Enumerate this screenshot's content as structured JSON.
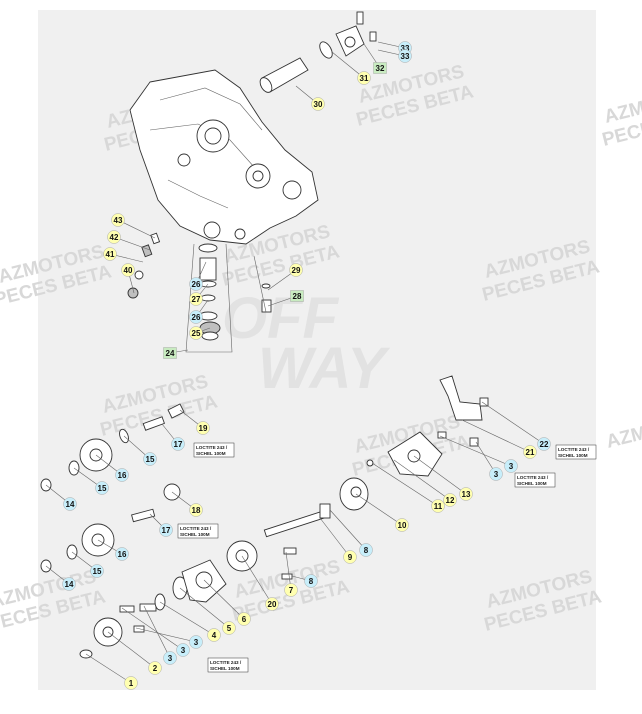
{
  "watermarks": {
    "brand_line1": "AZMOTORS",
    "brand_line2": "PECES BETA",
    "center_mark_top": "OFF",
    "center_mark_bottom": "WAY"
  },
  "note": {
    "line1": "LOCTITE 243 /",
    "line2": "SICHEL 100M"
  },
  "colors": {
    "yellow_badge": "#ffffb0",
    "blue_badge": "#c8eefa",
    "green_badge": "#c8ebc0"
  },
  "callouts": [
    {
      "label": "33",
      "color": "blue"
    },
    {
      "label": "33",
      "color": "blue"
    },
    {
      "label": "32",
      "color": "green"
    },
    {
      "label": "31",
      "color": "yellow"
    },
    {
      "label": "30",
      "color": "yellow"
    },
    {
      "label": "43",
      "color": "yellow"
    },
    {
      "label": "42",
      "color": "yellow"
    },
    {
      "label": "41",
      "color": "yellow"
    },
    {
      "label": "40",
      "color": "yellow"
    },
    {
      "label": "26",
      "color": "blue"
    },
    {
      "label": "27",
      "color": "yellow"
    },
    {
      "label": "26",
      "color": "blue"
    },
    {
      "label": "25",
      "color": "yellow"
    },
    {
      "label": "24",
      "color": "green"
    },
    {
      "label": "29",
      "color": "yellow"
    },
    {
      "label": "28",
      "color": "green"
    },
    {
      "label": "19",
      "color": "yellow"
    },
    {
      "label": "17",
      "color": "blue"
    },
    {
      "label": "15",
      "color": "blue"
    },
    {
      "label": "16",
      "color": "blue"
    },
    {
      "label": "15",
      "color": "blue"
    },
    {
      "label": "14",
      "color": "blue"
    },
    {
      "label": "18",
      "color": "yellow"
    },
    {
      "label": "17",
      "color": "blue"
    },
    {
      "label": "16",
      "color": "blue"
    },
    {
      "label": "15",
      "color": "blue"
    },
    {
      "label": "14",
      "color": "blue"
    },
    {
      "label": "22",
      "color": "blue"
    },
    {
      "label": "21",
      "color": "yellow"
    },
    {
      "label": "3",
      "color": "blue"
    },
    {
      "label": "13",
      "color": "yellow"
    },
    {
      "label": "12",
      "color": "yellow"
    },
    {
      "label": "11",
      "color": "yellow"
    },
    {
      "label": "3",
      "color": "blue"
    },
    {
      "label": "10",
      "color": "yellow"
    },
    {
      "label": "9",
      "color": "yellow"
    },
    {
      "label": "8",
      "color": "blue"
    },
    {
      "label": "8",
      "color": "blue"
    },
    {
      "label": "7",
      "color": "yellow"
    },
    {
      "label": "20",
      "color": "yellow"
    },
    {
      "label": "6",
      "color": "yellow"
    },
    {
      "label": "5",
      "color": "yellow"
    },
    {
      "label": "4",
      "color": "yellow"
    },
    {
      "label": "3",
      "color": "blue"
    },
    {
      "label": "3",
      "color": "blue"
    },
    {
      "label": "3",
      "color": "blue"
    },
    {
      "label": "2",
      "color": "yellow"
    },
    {
      "label": "1",
      "color": "yellow"
    }
  ],
  "loctite_notes": [
    {
      "text1": "LOCTITE 243 /",
      "text2": "SICHEL 100M"
    },
    {
      "text1": "LOCTITE 243 /",
      "text2": "SICHEL 100M"
    },
    {
      "text1": "LOCTITE 243 /",
      "text2": "SICHEL 100M"
    },
    {
      "text1": "LOCTITE 243 /",
      "text2": "SICHEL 100M"
    },
    {
      "text1": "LOCTITE 243 /",
      "text2": "SICHEL 100M"
    }
  ]
}
